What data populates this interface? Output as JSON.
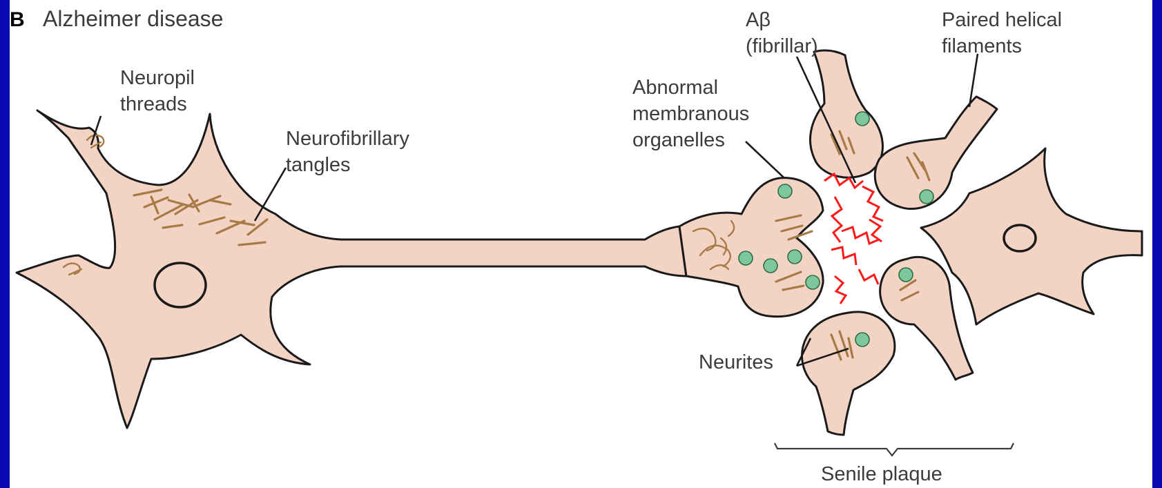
{
  "panel": {
    "letter": "B",
    "title": "Alzheimer disease"
  },
  "labels": {
    "neuropil_threads": [
      "Neuropil",
      "threads"
    ],
    "neurofibrillary_tangles": [
      "Neurofibrillary",
      "tangles"
    ],
    "abnormal_organelles": [
      "Abnormal",
      "membranous",
      "organelles"
    ],
    "abeta": [
      "Aβ",
      "(fibrillar)"
    ],
    "paired_helical": [
      "Paired helical",
      "filaments"
    ],
    "neurites": "Neurites",
    "senile_plaque": "Senile plaque"
  },
  "colors": {
    "frame": "#0a0ab4",
    "cell_fill": "#f2d3c4",
    "tangle": "#a87a46",
    "organelle": "#7ec79c",
    "amyloid": "#ff1a1a"
  }
}
